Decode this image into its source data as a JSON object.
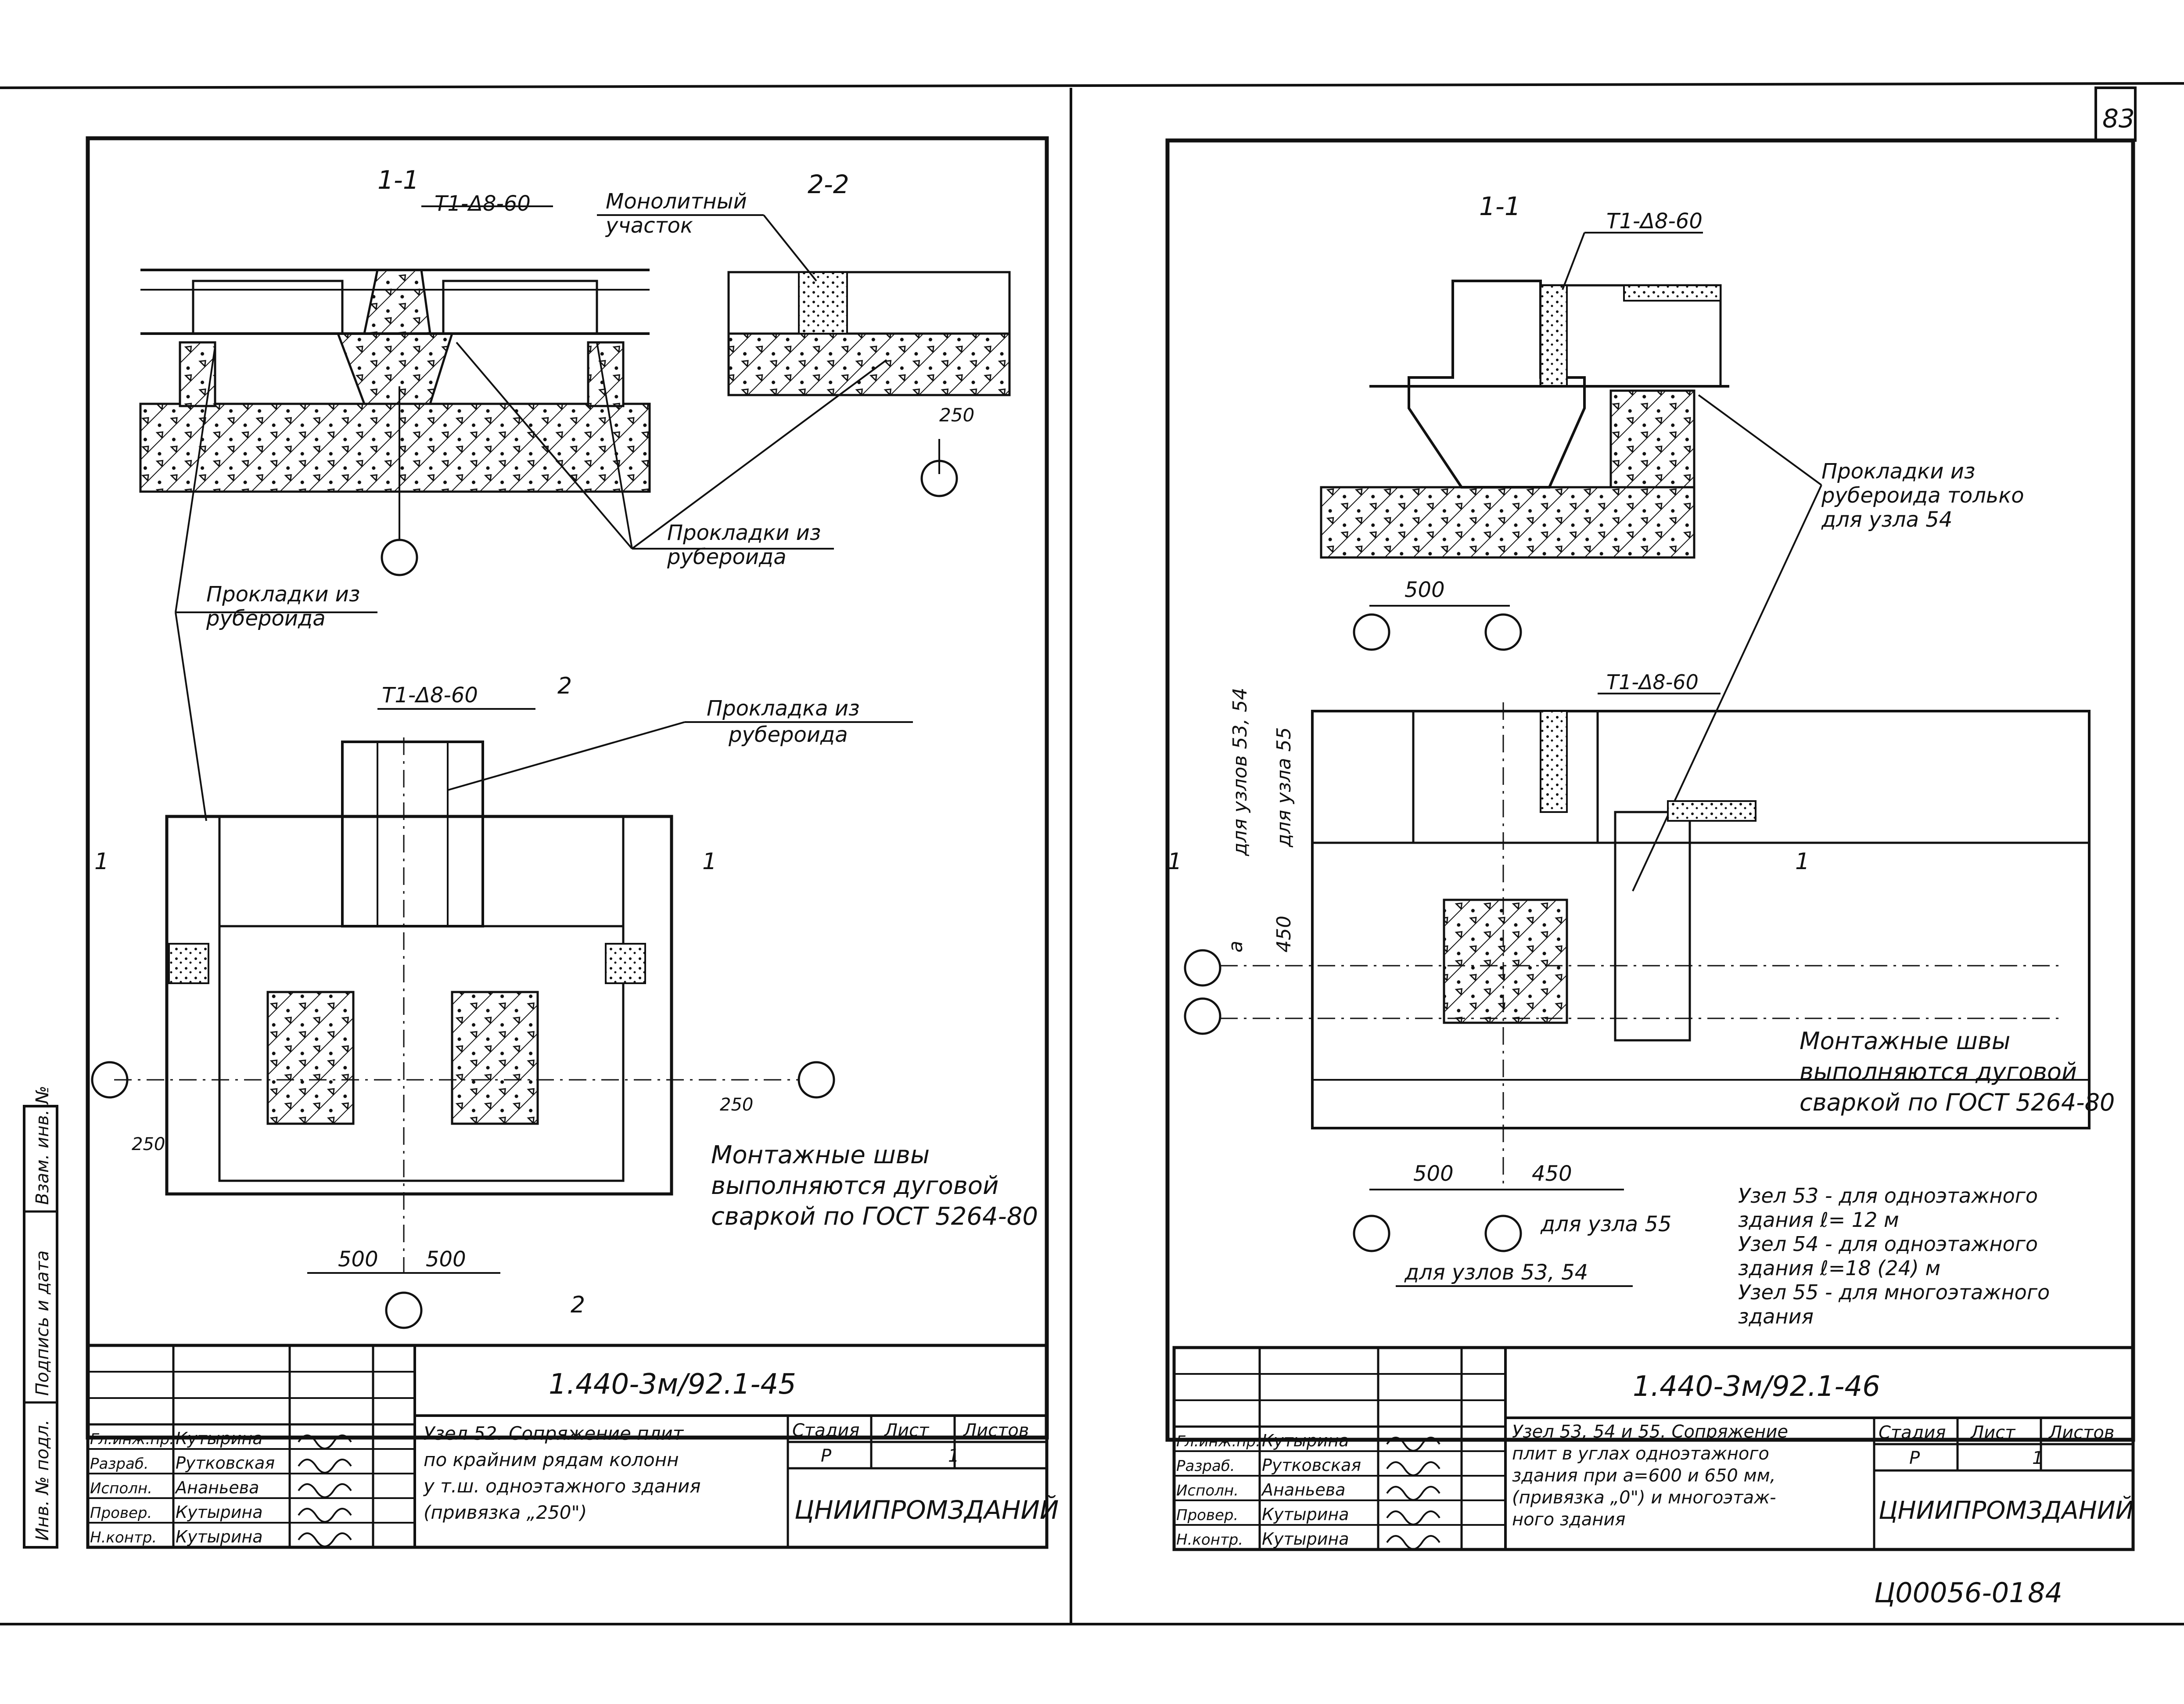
{
  "sheet_number": "83",
  "archive_code": "Ц00056-01",
  "archive_page": "84",
  "left_sheet": {
    "section_1_1": "1-1",
    "section_2_2": "2-2",
    "weld_label_top": "Т1-Δ8-60",
    "weld_label_plan": "Т1-Δ8-60",
    "monolithic_1": "Монолитный",
    "monolithic_2": "участок",
    "pads_ruberoid_1a": "Прокладки из",
    "pads_ruberoid_1b": "рубероида",
    "pads_ruberoid_2a": "Прокладки из",
    "pads_ruberoid_2b": "рубероида",
    "pad_ruberoid_a": "Прокладка из",
    "pad_ruberoid_b": "рубероида",
    "dim_250_top": "250",
    "dim_250_left": "250",
    "dim_250_right": "250",
    "dim_500_a": "500",
    "dim_500_b": "500",
    "cut_1_left": "1",
    "cut_1_right": "1",
    "cut_2_top": "2",
    "cut_2_bottom": "2",
    "note_1": "Монтажные швы",
    "note_2": "выполняются дуговой",
    "note_3": "сваркой по ГОСТ 5264-80",
    "doc_code": "1.440-3м/92.1-45",
    "title_1": "Узел 52. Сопряжение плит",
    "title_2": "по крайним рядам колонн",
    "title_3": "у т.ш. одноэтажного здания",
    "title_4": "(привязка „250\")",
    "stage_h": "Стадия",
    "sheet_h": "Лист",
    "sheets_h": "Листов",
    "stage_v": "Р",
    "sheet_v": "1",
    "org": "ЦНИИПРОМЗДАНИЙ",
    "roles": [
      "Гл.инж.пр.",
      "Разраб.",
      "Исполн.",
      "Провер.",
      "Н.контр."
    ],
    "names": [
      "Кутырина",
      "Рутковская",
      "Ананьева",
      "Кутырина",
      "Кутырина"
    ],
    "side_stamp": [
      "Инв. № подл.",
      "Подпись и дата",
      "Взам. инв. №"
    ]
  },
  "right_sheet": {
    "section_1_1": "1-1",
    "weld_label_top": "Т1-Δ8-60",
    "weld_label_plan": "Т1-Δ8-60",
    "pads_1": "Прокладки из",
    "pads_2": "рубероида только",
    "pads_3": "для узла 54",
    "dim_500_top": "500",
    "dim_500": "500",
    "dim_450": "450",
    "dim_450_v": "450",
    "dim_a": "а",
    "cut_1_left": "1",
    "cut_1_right": "1",
    "for_nodes_53_54_v": "для узлов 53, 54",
    "for_node_55_v": "для узла 55",
    "for_node_55": "для узла 55",
    "for_nodes_53_54": "для узлов 53, 54",
    "note_1": "Монтажные швы",
    "note_2": "выполняются дуговой",
    "note_3": "сваркой по ГОСТ 5264-80",
    "legend_1": "Узел 53 - для одноэтажного",
    "legend_2": "здания ℓ= 12 м",
    "legend_3": "Узел 54 - для одноэтажного",
    "legend_4": "здания ℓ=18 (24) м",
    "legend_5": "Узел 55 - для многоэтажного",
    "legend_6": "здания",
    "doc_code": "1.440-3м/92.1-46",
    "title_1": "Узел 53, 54 и 55. Сопряжение",
    "title_2": "плит в углах одноэтажного",
    "title_3": "здания при а=600 и 650 мм,",
    "title_4": "(привязка „0\") и многоэтаж-",
    "title_5": "ного здания",
    "stage_h": "Стадия",
    "sheet_h": "Лист",
    "sheets_h": "Листов",
    "stage_v": "Р",
    "sheet_v": "1",
    "org": "ЦНИИПРОМЗДАНИЙ",
    "roles": [
      "Гл.инж.пр.",
      "Разраб.",
      "Исполн.",
      "Провер.",
      "Н.контр."
    ],
    "names": [
      "Кутырина",
      "Рутковская",
      "Ананьева",
      "Кутырина",
      "Кутырина"
    ]
  }
}
